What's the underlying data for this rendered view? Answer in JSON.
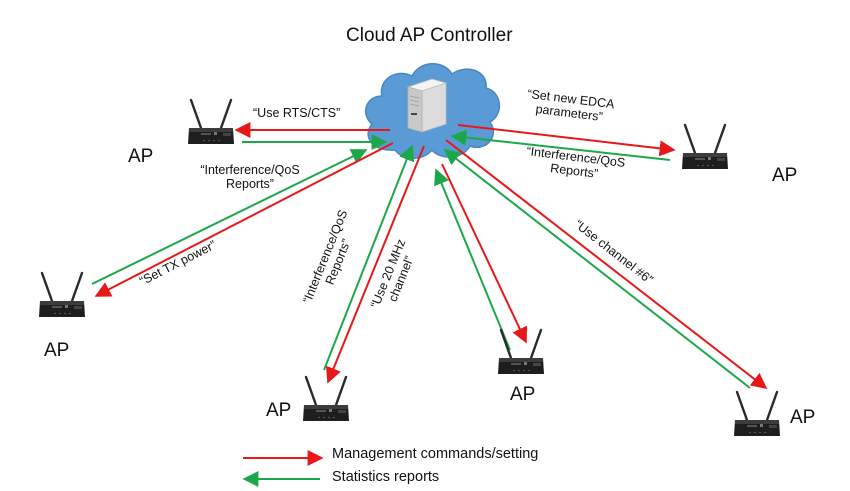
{
  "title": "Cloud AP Controller",
  "colors": {
    "command": "#e81818",
    "report": "#1ca84a",
    "cloud": "#5b9bd5",
    "cloud_edge": "#4a86c0",
    "router": "#222222"
  },
  "access_points": [
    {
      "id": "ap-top-left",
      "label": "AP"
    },
    {
      "id": "ap-top-right",
      "label": "AP"
    },
    {
      "id": "ap-left",
      "label": "AP"
    },
    {
      "id": "ap-bottom-left",
      "label": "AP"
    },
    {
      "id": "ap-bottom-center",
      "label": "AP"
    },
    {
      "id": "ap-bottom-right",
      "label": "AP"
    }
  ],
  "messages": {
    "rts_cts": "“Use RTS/CTS”",
    "reports_top_left_1": "“Interference/QoS",
    "reports_top_left_2": "Reports”",
    "edca_1": "“Set new EDCA",
    "edca_2": "parameters”",
    "reports_top_right_1": "“Interference/QoS",
    "reports_top_right_2": "Reports”",
    "tx_power": "“Set  TX power”",
    "reports_bottom_left_1": "“Interference/QoS",
    "reports_bottom_left_2": "Reports”",
    "mhz_1": "“Use 20 MHz",
    "mhz_2": "channel”",
    "channel6": "“Use channel  #6”"
  },
  "legend": {
    "command": "Management commands/setting",
    "report": "Statistics reports"
  }
}
